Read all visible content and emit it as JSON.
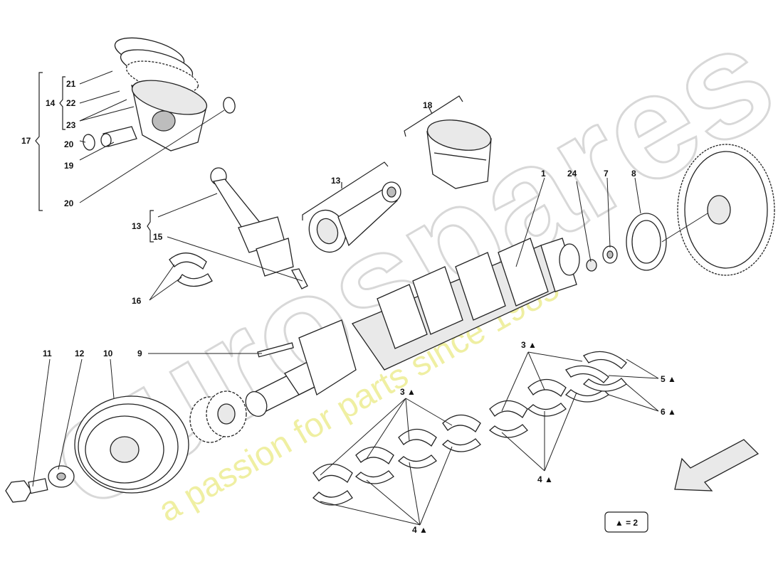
{
  "labels": {
    "l1": "1",
    "l3a": "3 ▲",
    "l3b": "3 ▲",
    "l4a": "4 ▲",
    "l4b": "4 ▲",
    "l5": "5 ▲",
    "l6": "6 ▲",
    "l7": "7",
    "l8": "8",
    "l9": "9",
    "l10": "10",
    "l11": "11",
    "l12": "12",
    "l13a": "13",
    "l13b": "13",
    "l14": "14",
    "l15": "15",
    "l16": "16",
    "l17": "17",
    "l18": "18",
    "l19": "19",
    "l20a": "20",
    "l20b": "20",
    "l21": "21",
    "l22": "22",
    "l23": "23",
    "l24": "24"
  },
  "legend": {
    "text": "▲ = 2"
  },
  "watermark": {
    "brand": "eurospares",
    "tagline": "a passion for parts since 1985"
  },
  "colors": {
    "line": "#222222",
    "watermark_text": "#e8e87a",
    "watermark_logo": "#d8d8d8"
  }
}
